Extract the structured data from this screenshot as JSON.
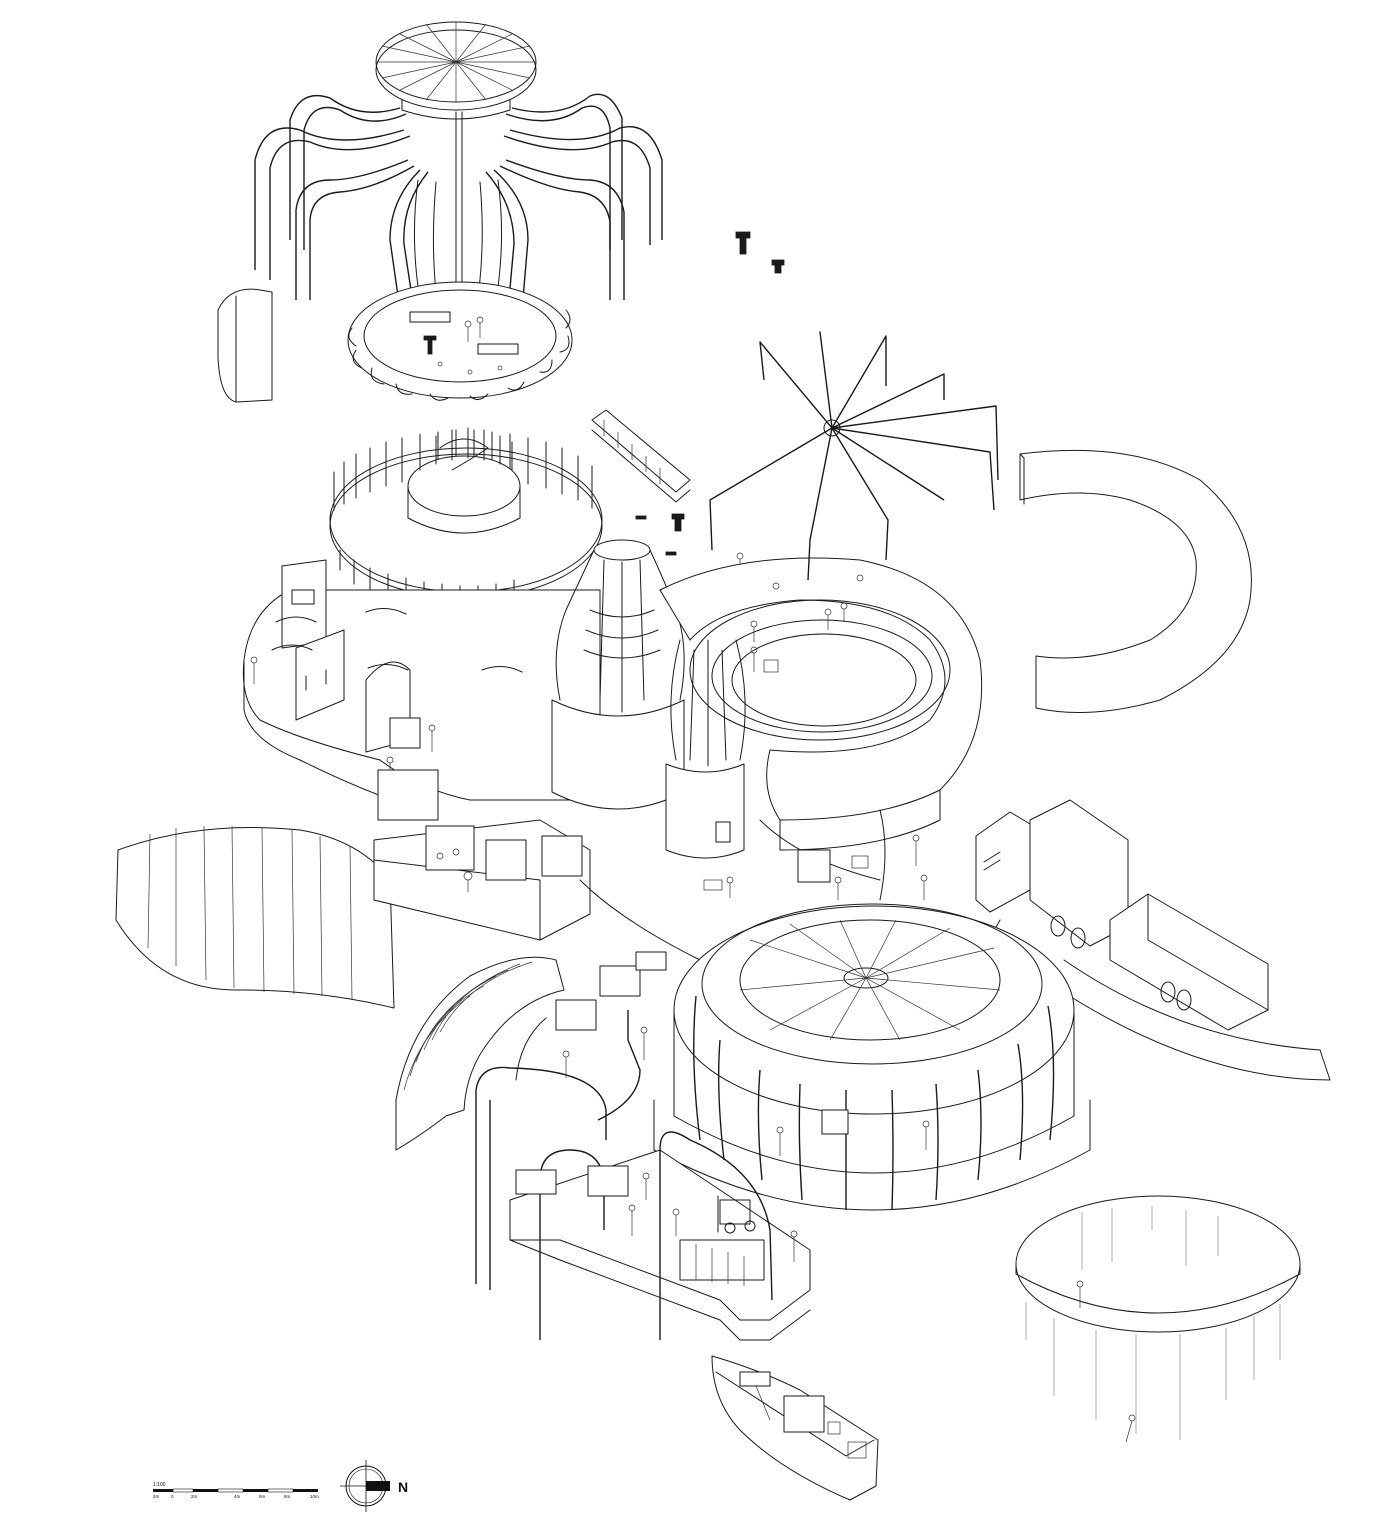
{
  "scale_bar": {
    "ratio": "1:100",
    "ticks": [
      "2m",
      "0",
      "2m",
      "4m",
      "6m",
      "8m",
      "10m"
    ]
  },
  "north_arrow": {
    "label": "N",
    "icon": "north-arrow-icon"
  },
  "colors": {
    "line": "#1a1a1a",
    "background": "#ffffff",
    "accent": "#9a9a9a"
  }
}
